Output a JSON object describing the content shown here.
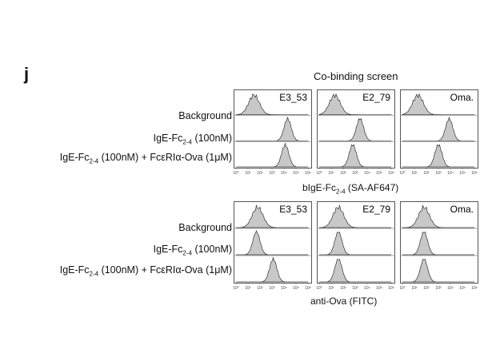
{
  "figure": {
    "panel_letter": "j",
    "screen_title": "Co-binding screen",
    "columns": [
      "E3_53",
      "E2_79",
      "Oma."
    ],
    "tick_labels": [
      "10°",
      "10¹",
      "10²",
      "10³",
      "10⁴",
      "10⁵",
      "10⁶"
    ],
    "top_block": {
      "axis_title_main": "bIgE-Fc",
      "axis_title_sub": "2-4",
      "axis_title_rest": " (SA-AF647)",
      "rows": [
        {
          "main": "Background",
          "sub": "",
          "rest": ""
        },
        {
          "main": "IgE-Fc",
          "sub": "2-4",
          "rest": " (100nM)"
        },
        {
          "main": "IgE-Fc",
          "sub": "2-4",
          "rest": " (100nM) + FcεRIα-Ova (1μM)"
        }
      ]
    },
    "bottom_block": {
      "axis_title_main": "anti-Ova (FITC)",
      "axis_title_sub": "",
      "axis_title_rest": "",
      "rows": [
        {
          "main": "Background",
          "sub": "",
          "rest": ""
        },
        {
          "main": "IgE-Fc",
          "sub": "2-4",
          "rest": " (100nM)"
        },
        {
          "main": "IgE-Fc",
          "sub": "2-4",
          "rest": " (100nM) + FcεRIα-Ova (1μM)"
        }
      ]
    }
  },
  "chart_data": {
    "type": "histogram",
    "x_scale": "log",
    "xlim": [
      1,
      1000000
    ],
    "colors": {
      "fill": "#c8c8c8",
      "stroke": "#333333"
    },
    "panels": [
      {
        "block": "top",
        "column": "E3_53",
        "peaks_log10": [
          1.5,
          4.3,
          4.1
        ]
      },
      {
        "block": "top",
        "column": "E2_79",
        "peaks_log10": [
          1.3,
          3.4,
          2.8
        ]
      },
      {
        "block": "top",
        "column": "Oma.",
        "peaks_log10": [
          1.3,
          3.9,
          3.0
        ]
      },
      {
        "block": "bottom",
        "column": "E3_53",
        "peaks_log10": [
          1.8,
          1.7,
          3.1
        ]
      },
      {
        "block": "bottom",
        "column": "E2_79",
        "peaks_log10": [
          1.6,
          1.6,
          1.6
        ]
      },
      {
        "block": "bottom",
        "column": "Oma.",
        "peaks_log10": [
          1.8,
          1.8,
          1.8
        ]
      }
    ]
  }
}
